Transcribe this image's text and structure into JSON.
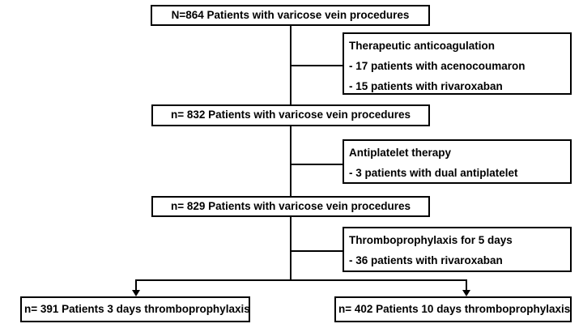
{
  "flow": {
    "stages": {
      "total": {
        "label": "N=864 Patients with varicose vein procedures"
      },
      "after_anticoagulation": {
        "label": "n= 832 Patients with varicose vein procedures"
      },
      "after_antiplatelet": {
        "label": "n= 829 Patients with varicose vein procedures"
      }
    },
    "exclusions": [
      {
        "title": "Therapeutic anticoagulation",
        "items": [
          "- 17 patients with acenocoumaron",
          "- 15 patients with rivaroxaban"
        ]
      },
      {
        "title": "Antiplatelet therapy",
        "items": [
          "- 3 patients with dual antiplatelet"
        ]
      },
      {
        "title": "Thromboprophylaxis for 5 days",
        "items": [
          "- 36 patients with rivaroxaban"
        ]
      }
    ],
    "arms": [
      {
        "label": "n= 391 Patients 3 days thromboprophylaxis"
      },
      {
        "label": "n= 402 Patients 10 days thromboprophylaxis"
      }
    ],
    "colors": {
      "background": "#ffffff",
      "border": "#000000",
      "text": "#000000",
      "line": "#000000"
    }
  }
}
